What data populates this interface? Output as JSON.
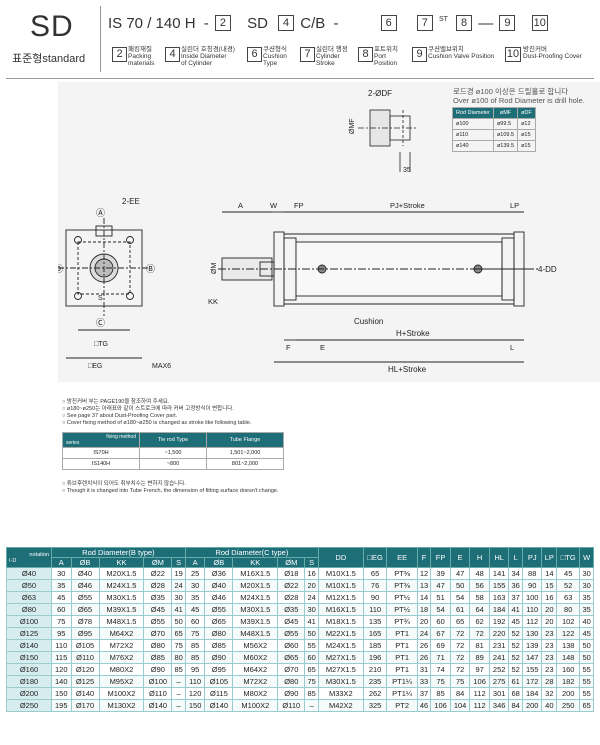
{
  "header": {
    "series": "SD",
    "subtitle": "표준형standard",
    "code": {
      "part1": "IS 70 / 140 H",
      "dash": "-",
      "box2": "2",
      "part2": "SD",
      "box4": "4",
      "part3": "C/B",
      "dash2": "-",
      "box6": "6",
      "box7": "7",
      "st": "ST",
      "box8": "8",
      "dash3": "—",
      "box9": "9",
      "box10": "10"
    },
    "legend": [
      {
        "num": "2",
        "ko": "패킹재질",
        "en1": "Packing",
        "en2": "materials"
      },
      {
        "num": "4",
        "ko": "실린더 호칭경(내경)",
        "en1": "Inside Diameter",
        "en2": "of Cylinder"
      },
      {
        "num": "6",
        "ko": "쿠션형식",
        "en1": "Cushion",
        "en2": "Type"
      },
      {
        "num": "7",
        "ko": "실린더 행정",
        "en1": "Cylinder",
        "en2": "Stroke"
      },
      {
        "num": "8",
        "ko": "포트위치",
        "en1": "Port",
        "en2": "Position"
      },
      {
        "num": "9",
        "ko": "쿠션밸브위치",
        "en1": "Cushion Valve Position",
        "en2": ""
      },
      {
        "num": "10",
        "ko": "방진커버",
        "en1": "Dust-Proofing Cover",
        "en2": ""
      }
    ]
  },
  "drawing": {
    "labels": {
      "df": "2-ØDF",
      "mf": "ØMF",
      "dim35": "35",
      "ee": "2-EE",
      "a_top": "Ⓐ",
      "b_right": "Ⓑ",
      "c_bottom": "Ⓒ",
      "d_left": "Ⓓ",
      "s": "S",
      "tg": "□TG",
      "eg": "□EG",
      "max6": "MAX6",
      "a": "A",
      "w": "W",
      "fp": "FP",
      "pj": "PJ+Stroke",
      "lp": "LP",
      "dd": "4-DD",
      "m": "ØM",
      "kk": "KK",
      "cushion": "Cushion",
      "f": "F",
      "e": "E",
      "h": "H+Stroke",
      "l": "L",
      "hl": "HL+Stroke"
    },
    "note_ko": "로드경 ø100 이상은 드릴홀로 합니다",
    "note_en": "Over ø100 of Rod Diameter is drill hole.",
    "small_table": {
      "headers": [
        "Rod Diameter",
        "øMF",
        "øDF"
      ],
      "rows": [
        [
          "ø100",
          "ø99.5",
          "ø12"
        ],
        [
          "ø110",
          "ø109.5",
          "ø15"
        ],
        [
          "ø140",
          "ø139.5",
          "ø15"
        ]
      ]
    }
  },
  "notes": [
    "○ 방진커버 부는 PAGE190을 참조하여 주세요.",
    "○ ø180~ø250는 아래표와 같이 스트로크에 따라 커버 고정방식이 변합니다.",
    "○ See page 37 about Dust-Proofing Cover part.",
    "○ Cover fixing method of ø180~ø250 is changed as stroke like following table."
  ],
  "fix_table": {
    "corner_top": "fixing method",
    "corner_bottom": "series",
    "headers": [
      "Tie rod Type",
      "Tube Flange"
    ],
    "rows": [
      [
        "IS70H",
        "~1,500",
        "1,501~2,000"
      ],
      [
        "IS140H",
        "~800",
        "801~2,000"
      ]
    ]
  },
  "notes2": [
    "○ 튜브후렌치식이 되어도 취부치수는 변하지 않습니다.",
    "○ Though it is changed into Tube French, the dimension of fitting surface doesn't change."
  ],
  "main_table": {
    "notation": "notation",
    "id_label": "I·D",
    "group_b": "Rod Diameter(B type)",
    "group_c": "Rod Diameter(C type)",
    "sub_headers": [
      "A",
      "ØB",
      "KK",
      "ØM",
      "S",
      "A",
      "ØB",
      "KK",
      "ØM",
      "S"
    ],
    "other_headers": [
      "DD",
      "□EG",
      "EE",
      "F",
      "FP",
      "E",
      "H",
      "HL",
      "L",
      "PJ",
      "LP",
      "□TG",
      "W"
    ],
    "rows": [
      [
        "Ø40",
        "30",
        "Ø40",
        "M20X1.5",
        "Ø22",
        "19",
        "25",
        "Ø36",
        "M16X1.5",
        "Ø18",
        "16",
        "M10X1.5",
        "65",
        "PT⅜",
        "12",
        "39",
        "47",
        "48",
        "141",
        "34",
        "88",
        "14",
        "45",
        "30"
      ],
      [
        "Ø50",
        "35",
        "Ø46",
        "M24X1.5",
        "Ø28",
        "24",
        "30",
        "Ø40",
        "M20X1.5",
        "Ø22",
        "20",
        "M10X1.5",
        "76",
        "PT⅜",
        "13",
        "47",
        "50",
        "56",
        "155",
        "36",
        "90",
        "15",
        "52",
        "30"
      ],
      [
        "Ø63",
        "45",
        "Ø55",
        "M30X1.5",
        "Ø35",
        "30",
        "35",
        "Ø46",
        "M24X1.5",
        "Ø28",
        "24",
        "M12X1.5",
        "90",
        "PT½",
        "14",
        "51",
        "54",
        "58",
        "163",
        "37",
        "100",
        "16",
        "63",
        "35"
      ],
      [
        "Ø80",
        "60",
        "Ø65",
        "M39X1.5",
        "Ø45",
        "41",
        "45",
        "Ø55",
        "M30X1.5",
        "Ø35",
        "30",
        "M16X1.5",
        "110",
        "PT½",
        "18",
        "54",
        "61",
        "64",
        "184",
        "41",
        "110",
        "20",
        "80",
        "35"
      ],
      [
        "Ø100",
        "75",
        "Ø78",
        "M48X1.5",
        "Ø55",
        "50",
        "60",
        "Ø65",
        "M39X1.5",
        "Ø45",
        "41",
        "M18X1.5",
        "135",
        "PT¾",
        "20",
        "60",
        "65",
        "62",
        "192",
        "45",
        "112",
        "20",
        "102",
        "40"
      ],
      [
        "Ø125",
        "95",
        "Ø95",
        "M64X2",
        "Ø70",
        "65",
        "75",
        "Ø80",
        "M48X1.5",
        "Ø55",
        "50",
        "M22X1.5",
        "165",
        "PT1",
        "24",
        "67",
        "72",
        "72",
        "220",
        "52",
        "130",
        "23",
        "122",
        "45"
      ],
      [
        "Ø140",
        "110",
        "Ø105",
        "M72X2",
        "Ø80",
        "75",
        "85",
        "Ø85",
        "M56X2",
        "Ø60",
        "55",
        "M24X1.5",
        "185",
        "PT1",
        "26",
        "69",
        "72",
        "81",
        "231",
        "52",
        "139",
        "23",
        "138",
        "50"
      ],
      [
        "Ø150",
        "115",
        "Ø110",
        "M76X2",
        "Ø85",
        "80",
        "85",
        "Ø90",
        "M60X2",
        "Ø65",
        "60",
        "M27X1.5",
        "196",
        "PT1",
        "26",
        "71",
        "72",
        "89",
        "241",
        "52",
        "147",
        "23",
        "148",
        "50"
      ],
      [
        "Ø160",
        "120",
        "Ø120",
        "M80X2",
        "Ø90",
        "85",
        "95",
        "Ø95",
        "M64X2",
        "Ø70",
        "65",
        "M27X1.5",
        "210",
        "PT1",
        "31",
        "74",
        "72",
        "97",
        "252",
        "52",
        "155",
        "23",
        "160",
        "55"
      ],
      [
        "Ø180",
        "140",
        "Ø125",
        "M95X2",
        "Ø100",
        "–",
        "110",
        "Ø105",
        "M72X2",
        "Ø80",
        "75",
        "M30X1.5",
        "235",
        "PT1¼",
        "33",
        "75",
        "75",
        "106",
        "275",
        "61",
        "172",
        "28",
        "182",
        "55"
      ],
      [
        "Ø200",
        "150",
        "Ø140",
        "M100X2",
        "Ø110",
        "–",
        "120",
        "Ø115",
        "M80X2",
        "Ø90",
        "85",
        "M33X2",
        "262",
        "PT1¼",
        "37",
        "85",
        "84",
        "112",
        "301",
        "68",
        "184",
        "32",
        "200",
        "55"
      ],
      [
        "Ø250",
        "195",
        "Ø170",
        "M130X2",
        "Ø140",
        "–",
        "150",
        "Ø140",
        "M100X2",
        "Ø110",
        "–",
        "M42X2",
        "325",
        "PT2",
        "46",
        "106",
        "104",
        "112",
        "346",
        "84",
        "200",
        "40",
        "250",
        "65"
      ]
    ]
  }
}
